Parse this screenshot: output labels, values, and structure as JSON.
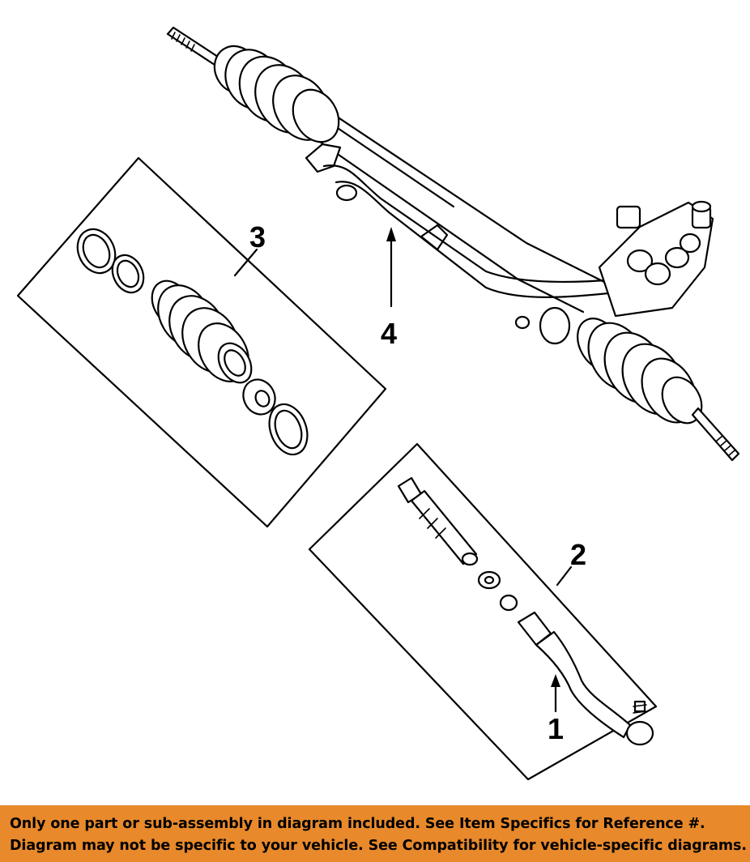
{
  "callouts": {
    "c1": "1",
    "c2": "2",
    "c3": "3",
    "c4": "4"
  },
  "banner": {
    "line1": "Only one part or sub-assembly in diagram included. See Item Specifics for Reference #.",
    "line2": "Diagram may not be specific to your vehicle. See Compatibility for vehicle-specific diagrams.",
    "background_color": "#e8892b"
  }
}
